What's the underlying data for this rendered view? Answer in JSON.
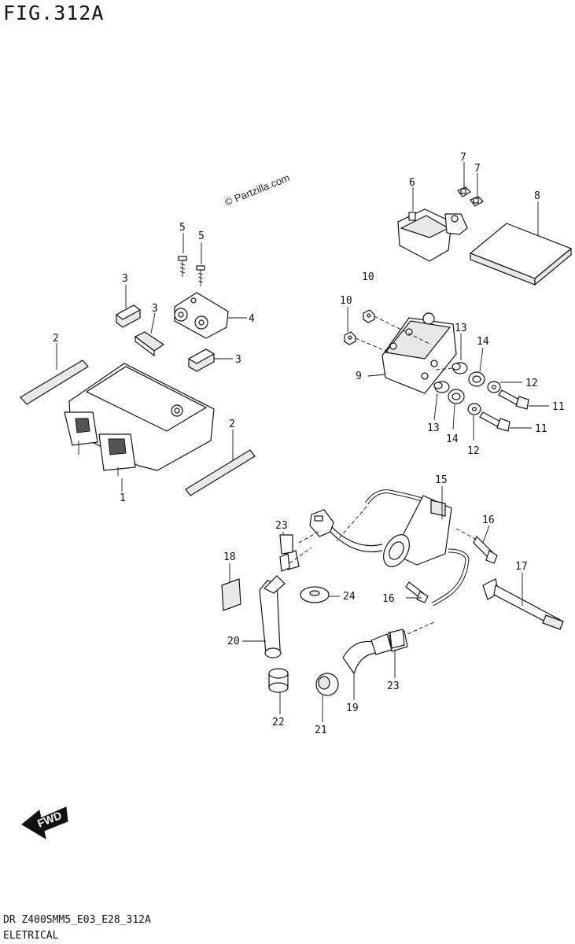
{
  "figure": {
    "title": "FIG.312A",
    "watermark": "© Partzilla.com",
    "model_code": "DR Z400SMM5_E03_E28_312A",
    "section": "ELETRICAL",
    "direction_badge": "FWD"
  },
  "callouts": [
    {
      "id": "c1",
      "text": "1"
    },
    {
      "id": "c2a",
      "text": "2"
    },
    {
      "id": "c2b",
      "text": "2"
    },
    {
      "id": "c3a",
      "text": "3"
    },
    {
      "id": "c3b",
      "text": "3"
    },
    {
      "id": "c3c",
      "text": "3"
    },
    {
      "id": "c4",
      "text": "4"
    },
    {
      "id": "c5a",
      "text": "5"
    },
    {
      "id": "c5b",
      "text": "5"
    },
    {
      "id": "c6",
      "text": "6"
    },
    {
      "id": "c7a",
      "text": "7"
    },
    {
      "id": "c7b",
      "text": "7"
    },
    {
      "id": "c8",
      "text": "8"
    },
    {
      "id": "c9",
      "text": "9"
    },
    {
      "id": "c10a",
      "text": "10"
    },
    {
      "id": "c10b",
      "text": "10"
    },
    {
      "id": "c11a",
      "text": "11"
    },
    {
      "id": "c11b",
      "text": "11"
    },
    {
      "id": "c12a",
      "text": "12"
    },
    {
      "id": "c12b",
      "text": "12"
    },
    {
      "id": "c13a",
      "text": "13"
    },
    {
      "id": "c13b",
      "text": "13"
    },
    {
      "id": "c14a",
      "text": "14"
    },
    {
      "id": "c14b",
      "text": "14"
    },
    {
      "id": "c15",
      "text": "15"
    },
    {
      "id": "c16a",
      "text": "16"
    },
    {
      "id": "c16b",
      "text": "16"
    },
    {
      "id": "c17",
      "text": "17"
    },
    {
      "id": "c18",
      "text": "18"
    },
    {
      "id": "c19",
      "text": "19"
    },
    {
      "id": "c20",
      "text": "20"
    },
    {
      "id": "c21",
      "text": "21"
    },
    {
      "id": "c22",
      "text": "22"
    },
    {
      "id": "c23a",
      "text": "23"
    },
    {
      "id": "c23b",
      "text": "23"
    },
    {
      "id": "c24",
      "text": "24"
    }
  ]
}
